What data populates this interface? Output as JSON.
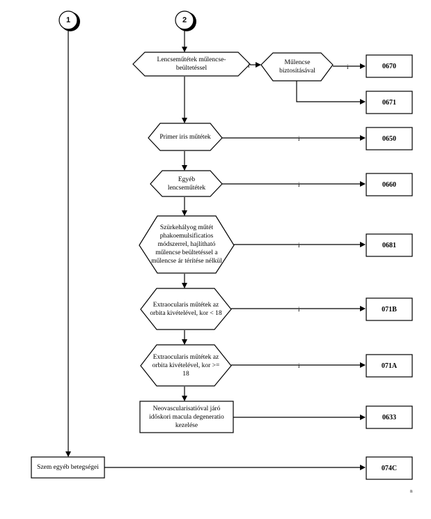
{
  "connectors": [
    {
      "id": "c1",
      "label": "1"
    },
    {
      "id": "c2",
      "label": "2"
    }
  ],
  "nodes": {
    "lencse_beultetes": "Lencseműtétek műlencse-beültetéssel",
    "mulencse_biztositas": "Műlencse biztosításával",
    "primer_iris": "Primer iris műtétek",
    "egyeb_lencse": "Egyéb lencseműtétek",
    "szurkehalyog": "Szürkehályog műtét phakoemulsificatios módszerrel, hajlítható műlencse beültetéssel a műlencse ár térítése nélkül",
    "extraocularis_lt18": "Extraocularis műtétek az orbita kivételével, kor < 18",
    "extraocularis_ge18": "Extraocularis műtétek az orbita kivételével, kor >= 18",
    "neovascularisatio": "Neovascularisatióval járó időskori macula degeneratio kezelése",
    "szem_egyeb": "Szem egyéb betegségei"
  },
  "codes": {
    "k0670": "0670",
    "k0671": "0671",
    "k0650": "0650",
    "k0660": "0660",
    "k0681": "0681",
    "k071B": "071B",
    "k071A": "071A",
    "k0633": "0633",
    "k074C": "074C"
  },
  "edge_label": "i",
  "footer_mark": "n"
}
